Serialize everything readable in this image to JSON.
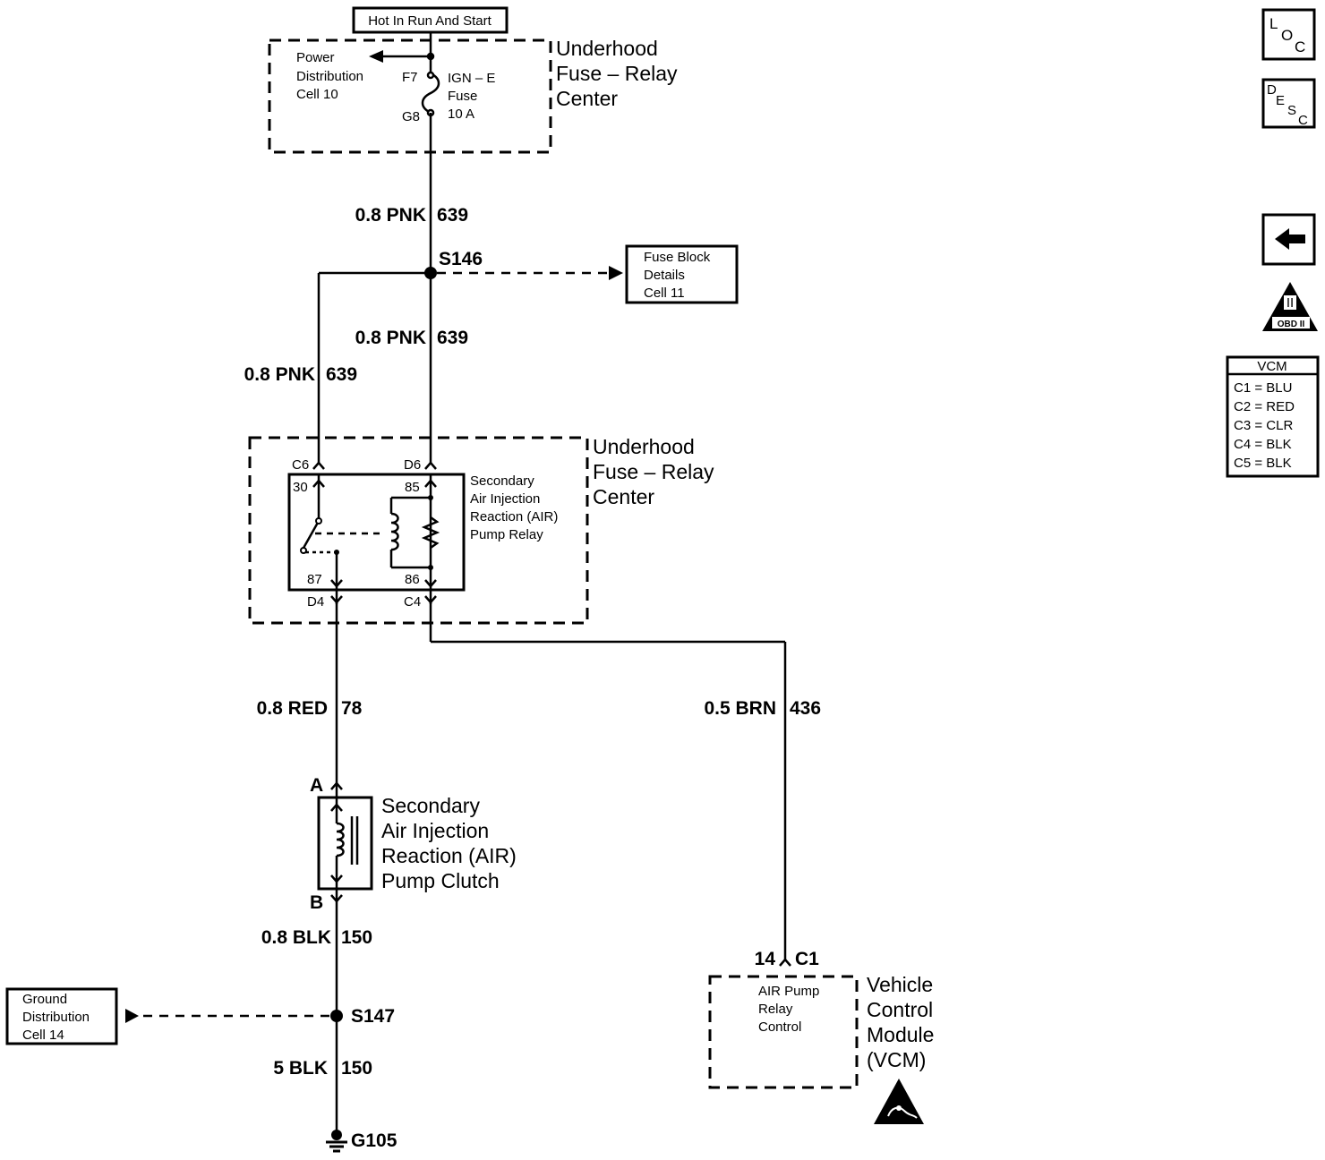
{
  "header": {
    "power_label": "Hot In Run And Start"
  },
  "fuse_center_top": {
    "title_lines": [
      "Underhood",
      "Fuse – Relay",
      "Center"
    ],
    "power_dist_lines": [
      "Power",
      "Distribution",
      "Cell 10"
    ],
    "fuse_lines": [
      "IGN – E",
      "Fuse",
      "10 A"
    ],
    "pin_in": "F7",
    "pin_out": "G8"
  },
  "wires": {
    "w1": {
      "gauge": "0.8 PNK",
      "circuit": "639"
    },
    "w2": {
      "gauge": "0.8 PNK",
      "circuit": "639"
    },
    "w3": {
      "gauge": "0.8 PNK",
      "circuit": "639"
    },
    "w4": {
      "gauge": "0.8 RED",
      "circuit": "78"
    },
    "w5": {
      "gauge": "0.5 BRN",
      "circuit": "436"
    },
    "w6": {
      "gauge": "0.8 BLK",
      "circuit": "150"
    },
    "w7": {
      "gauge": "5 BLK",
      "circuit": "150"
    }
  },
  "splice_s146": "S146",
  "splice_s147": "S147",
  "fuse_block_ref_lines": [
    "Fuse Block",
    "Details",
    "Cell 11"
  ],
  "fuse_center_mid": {
    "title_lines": [
      "Underhood",
      "Fuse – Relay",
      "Center"
    ],
    "relay_lines": [
      "Secondary",
      "Air Injection",
      "Reaction (AIR)",
      "Pump Relay"
    ],
    "pins": {
      "c6": "C6",
      "d6": "D6",
      "d4": "D4",
      "c4": "C4",
      "t30": "30",
      "t85": "85",
      "t87": "87",
      "t86": "86"
    }
  },
  "clutch": {
    "lines": [
      "Secondary",
      "Air Injection",
      "Reaction (AIR)",
      "Pump Clutch"
    ],
    "pin_a": "A",
    "pin_b": "B"
  },
  "ground_ref_lines": [
    "Ground",
    "Distribution",
    "Cell 14"
  ],
  "ground": {
    "label": "G105"
  },
  "vcm": {
    "title_lines": [
      "Vehicle",
      "Control",
      "Module",
      "(VCM)"
    ],
    "inner_lines": [
      "AIR Pump",
      "Relay",
      "Control"
    ],
    "pin": "14",
    "connector": "C1"
  },
  "nav": {
    "loc": {
      "l": "L",
      "o": "O",
      "c": "C"
    },
    "desc": {
      "d": "D",
      "e": "E",
      "s": "S",
      "c": "C"
    },
    "obd_label": "OBD II",
    "obd_mark": "II"
  },
  "vcm_table": {
    "header": "VCM",
    "rows": [
      "C1 = BLU",
      "C2 = RED",
      "C3 = CLR",
      "C4 = BLK",
      "C5 = BLK"
    ]
  }
}
